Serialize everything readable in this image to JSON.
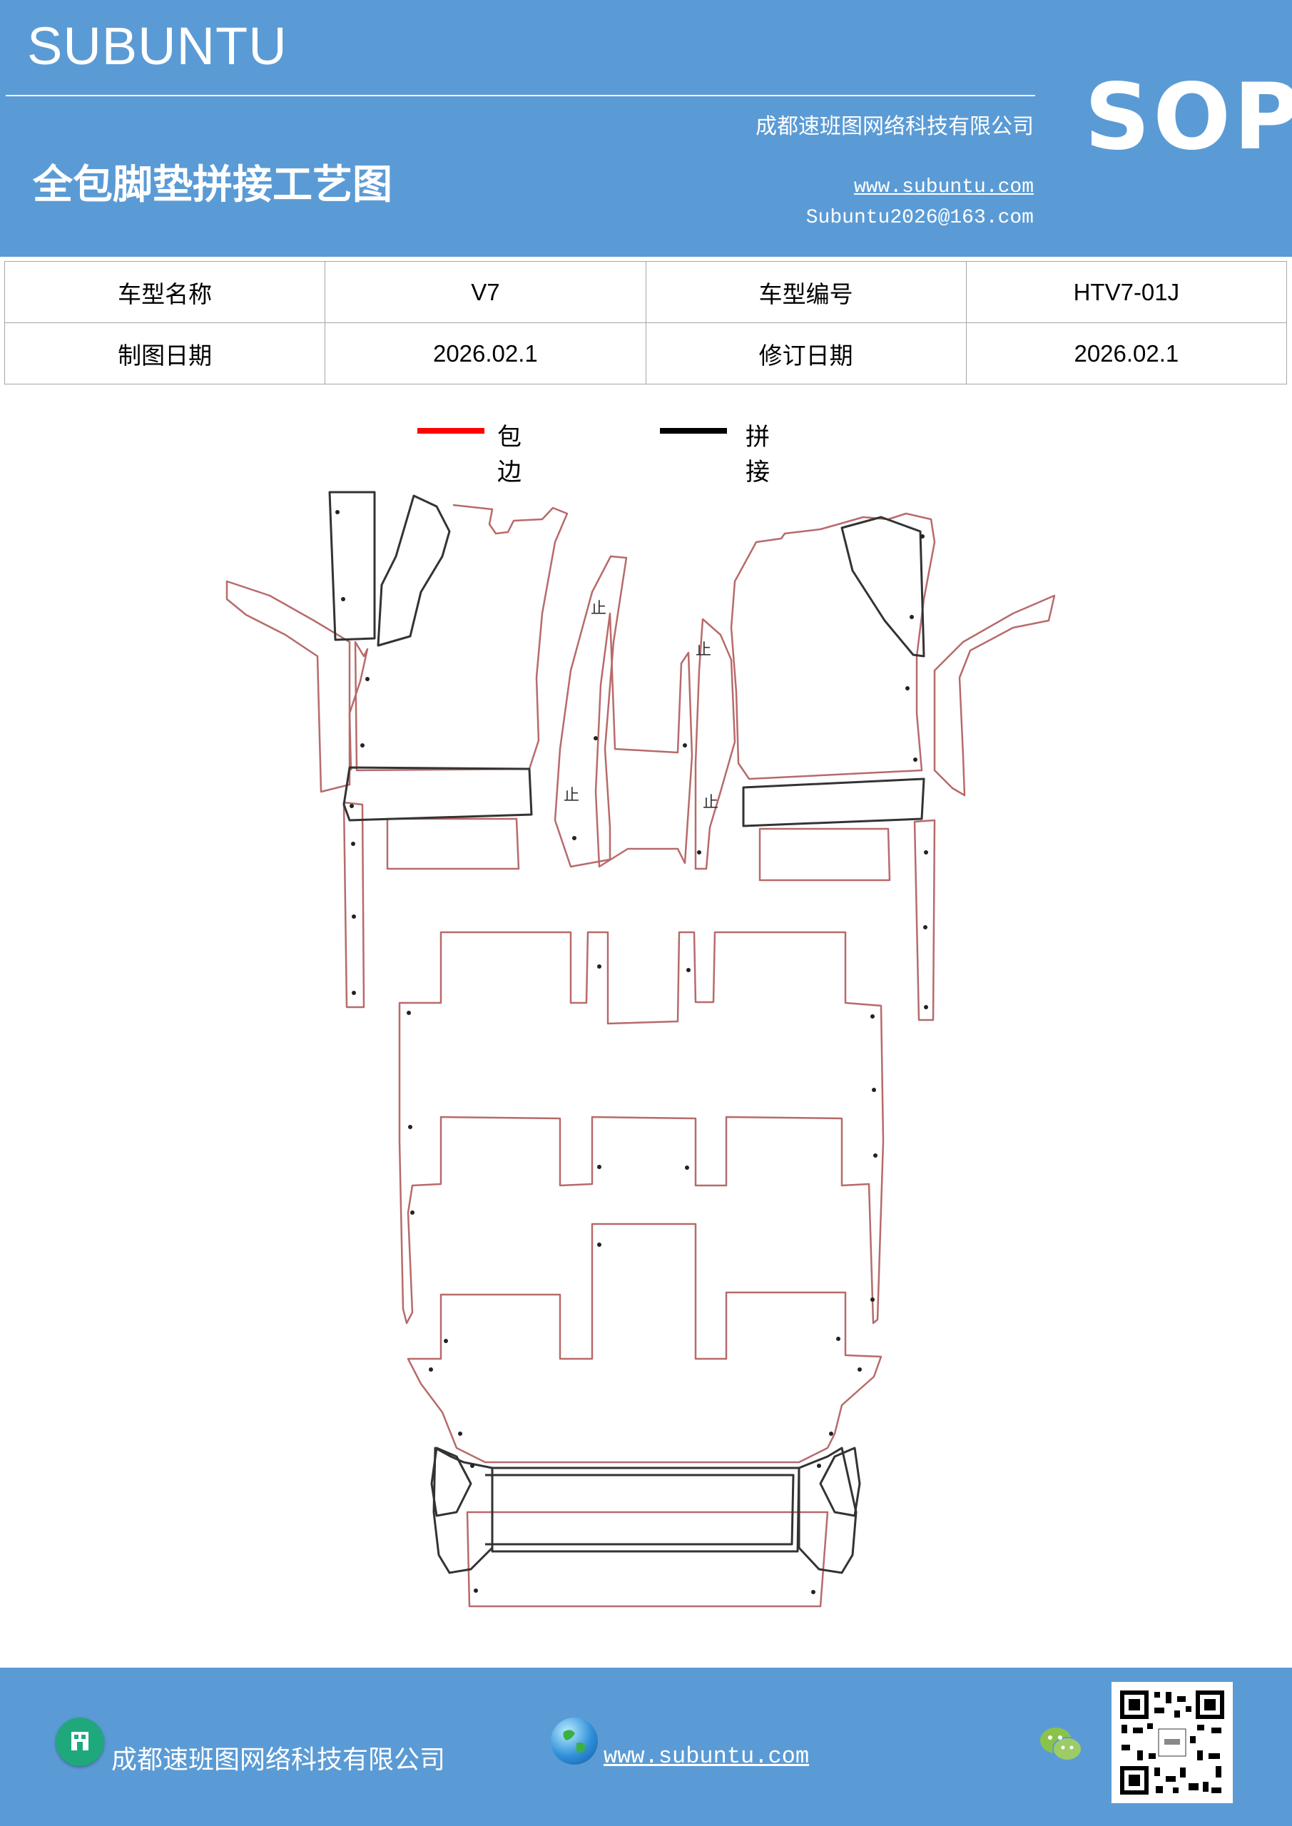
{
  "header": {
    "brand": "SUBUNTU",
    "company": "成都速班图网络科技有限公司",
    "title": "全包脚垫拼接工艺图",
    "website": "www.subuntu.com",
    "email": "Subuntu2026@163.com",
    "sop": "SOP"
  },
  "info": {
    "rows": [
      {
        "l1": "车型名称",
        "v1": "V7",
        "l2": "车型编号",
        "v2": "HTV7-01J"
      },
      {
        "l1": "制图日期",
        "v1": "2026.02.1",
        "l2": "修订日期",
        "v2": "2026.02.1"
      }
    ]
  },
  "legend": {
    "items": [
      {
        "label": "包边",
        "color": "#ff0000"
      },
      {
        "label": "拼接",
        "color": "#000000"
      }
    ]
  },
  "drawing": {
    "stop_mark": "止",
    "outline_colors": {
      "edge": "#b86a6a",
      "splice": "#333333"
    }
  },
  "footer": {
    "company": "成都速班图网络科技有限公司",
    "website": "www.subuntu.com",
    "icons": [
      "building-icon",
      "globe-icon",
      "wechat-icon",
      "qr-code"
    ]
  }
}
